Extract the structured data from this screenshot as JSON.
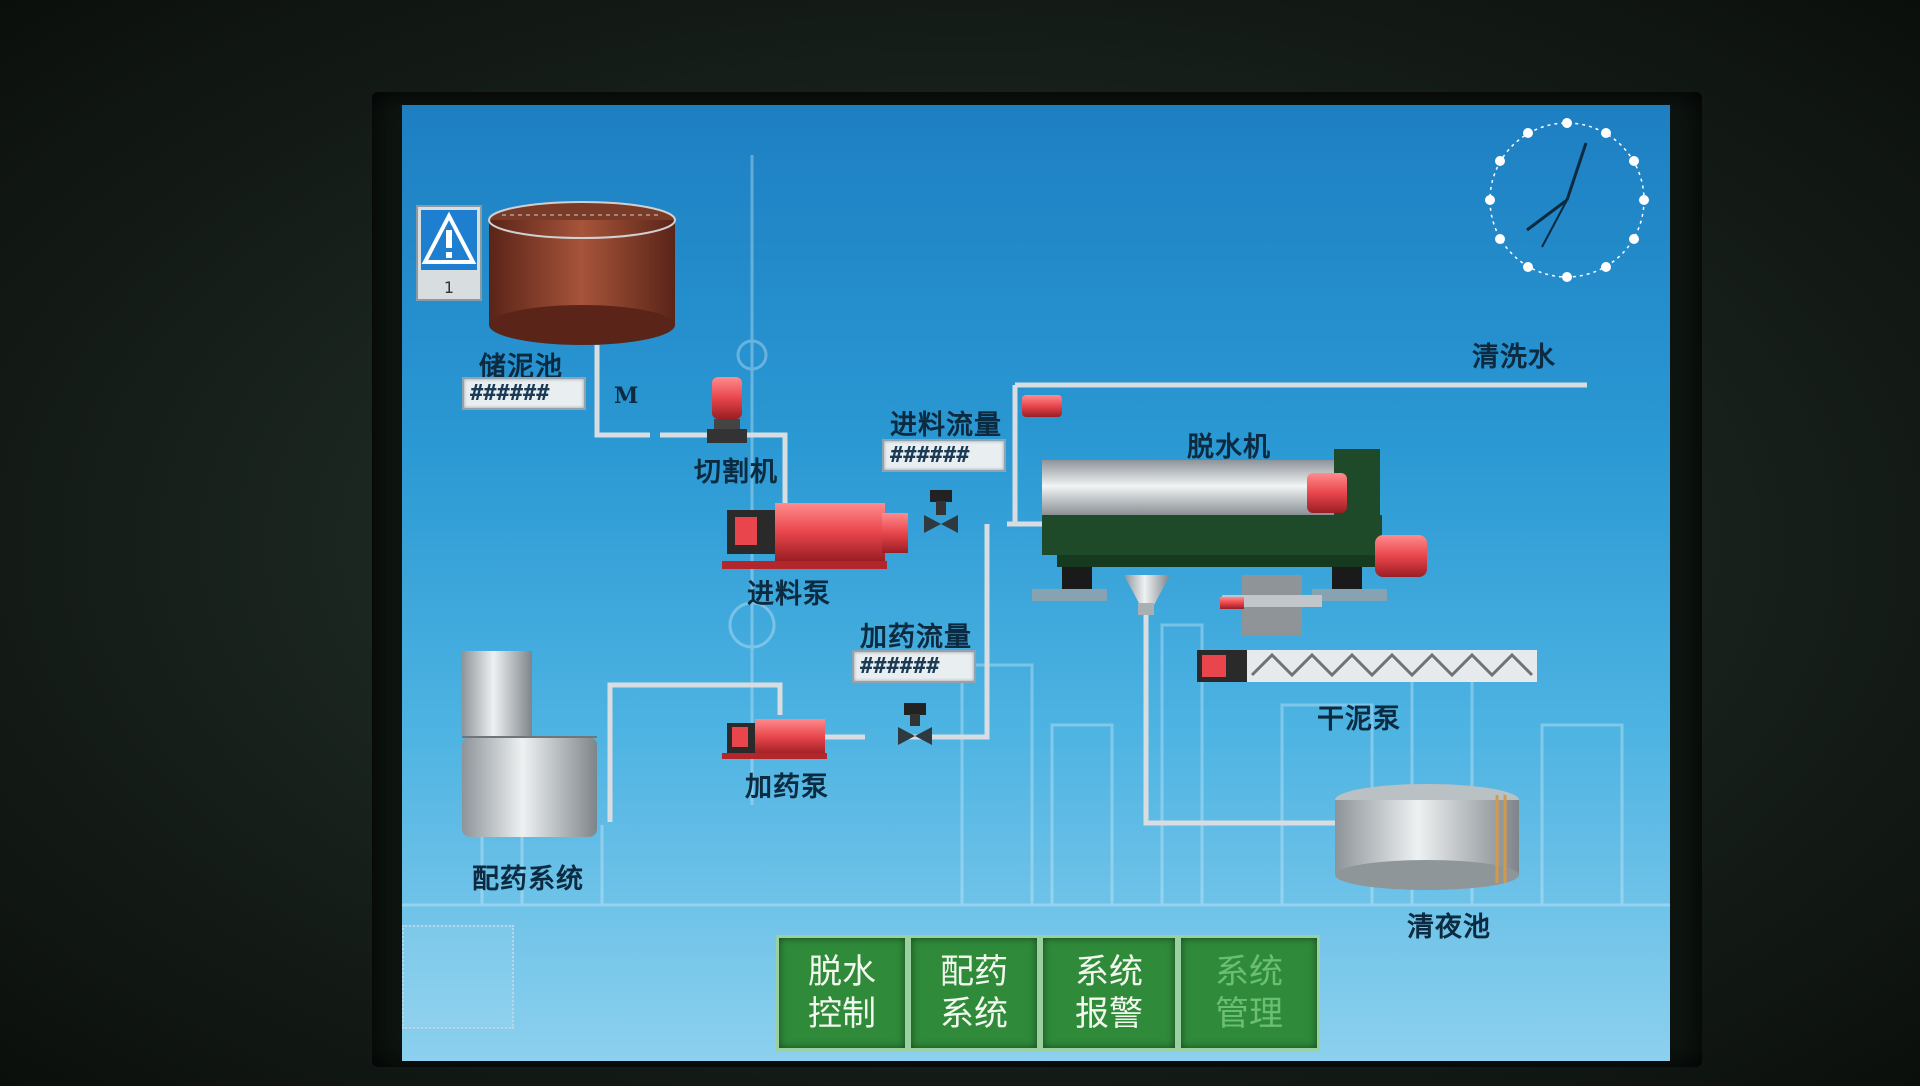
{
  "alarm": {
    "count": "1"
  },
  "labels": {
    "sludge_tank": "储泥池",
    "cutter": "切割机",
    "feed_pump": "进料泵",
    "feed_flow": "进料流量",
    "dewatering_machine": "脱水机",
    "wash_water": "清洗水",
    "dosing_flow": "加药流量",
    "dosing_pump": "加药泵",
    "dosing_system": "配药系统",
    "dry_sludge_pump": "干泥泵",
    "clear_liquid_tank": "清夜池",
    "motor_mark": "M"
  },
  "readouts": {
    "sludge_level": "######",
    "feed_flow": "######",
    "dosing_flow": "######"
  },
  "buttons": [
    {
      "label": "脱水\n控制"
    },
    {
      "label": "配药\n系统"
    },
    {
      "label": "系统\n报警"
    },
    {
      "label": "系统\n管理",
      "disabled": true
    }
  ],
  "colors": {
    "screen_top": "#1d7fc2",
    "screen_bottom": "#8cd0ee",
    "equipment_red": "#e8464c",
    "button_green": "#2f8a3a",
    "machine_green": "#1f4a2a",
    "pipe": "#d7dde0"
  }
}
